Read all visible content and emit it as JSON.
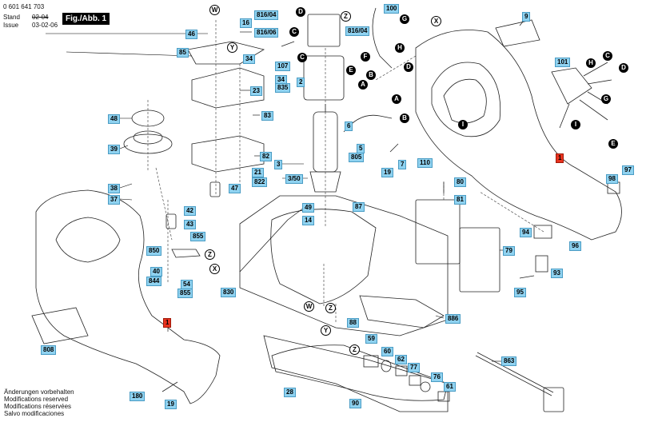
{
  "header": {
    "part_number": "0 601 641 703",
    "stand_label": "Stand",
    "stand_value": "02-04",
    "issue_label": "Issue",
    "issue_value": "03-02-06",
    "figure": "Fig./Abb. 1"
  },
  "footer": {
    "lines": [
      "Änderungen vorbehalten",
      "Modifications reserved",
      "Modifications réservées",
      "Salvo modificaciones"
    ]
  },
  "part_labels": [
    "46",
    "85",
    "34",
    "34",
    "835",
    "23",
    "83",
    "16",
    "816/04",
    "816/06",
    "816/04",
    "107",
    "2",
    "100",
    "9",
    "101",
    "48",
    "39",
    "38",
    "37",
    "82",
    "21",
    "822",
    "47",
    "6",
    "5",
    "805",
    "3",
    "3/50",
    "19",
    "7",
    "110",
    "80",
    "81",
    "42",
    "43",
    "855",
    "850",
    "40",
    "844",
    "54",
    "855",
    "830",
    "49",
    "14",
    "87",
    "79",
    "1",
    "98",
    "97",
    "94",
    "96",
    "93",
    "95",
    "886",
    "88",
    "808",
    "1",
    "180",
    "19",
    "59",
    "60",
    "62",
    "77",
    "76",
    "61",
    "863",
    "28",
    "90"
  ],
  "red_labels": [
    "1",
    "1"
  ],
  "letter_markers": [
    "D",
    "Z",
    "C",
    "C",
    "E",
    "A",
    "B",
    "F",
    "G",
    "H",
    "D",
    "X",
    "A",
    "B",
    "I",
    "W",
    "Y",
    "H",
    "C",
    "D",
    "G",
    "I",
    "E",
    "X",
    "Z",
    "W",
    "Z",
    "Y",
    "Z"
  ]
}
